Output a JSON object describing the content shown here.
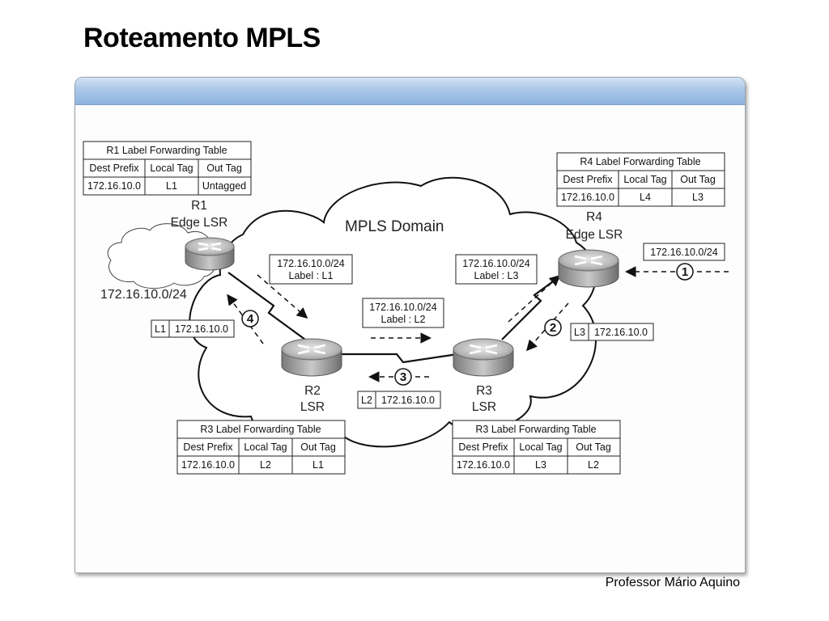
{
  "title": "Roteamento MPLS",
  "footer": "Professor  Mário Aquino",
  "headers": {
    "dest": "Dest Prefix",
    "local": "Local Tag",
    "out": "Out Tag"
  },
  "tables": [
    {
      "title": "R1 Label Forwarding Table",
      "dest": "172.16.10.0",
      "local": "L1",
      "out": "Untagged"
    },
    {
      "title": "R4 Label Forwarding Table",
      "dest": "172.16.10.0",
      "local": "L4",
      "out": "L3"
    },
    {
      "title": "R3 Label Forwarding Table",
      "dest": "172.16.10.0",
      "local": "L2",
      "out": "L1"
    },
    {
      "title": "R3 Label Forwarding Table",
      "dest": "172.16.10.0",
      "local": "L3",
      "out": "L2"
    }
  ],
  "routers": {
    "r1": {
      "name": "R1",
      "role": "Edge LSR"
    },
    "r2": {
      "name": "R2",
      "role": "LSR"
    },
    "r3": {
      "name": "R3",
      "role": "LSR"
    },
    "r4": {
      "name": "R4",
      "role": "Edge LSR"
    }
  },
  "domain_label": "MPLS Domain",
  "network_prefix": "172.16.10.0/24",
  "advertisements": [
    {
      "prefix": "172.16.10.0/24",
      "label": "Label : L1"
    },
    {
      "prefix": "172.16.10.0/24",
      "label": "Label : L2"
    },
    {
      "prefix": "172.16.10.0/24",
      "label": "Label : L3"
    }
  ],
  "incoming_prefix": "172.16.10.0/24",
  "packets": [
    {
      "label": "L3",
      "dest": "172.16.10.0"
    },
    {
      "label": "L2",
      "dest": "172.16.10.0"
    },
    {
      "label": "L1",
      "dest": "172.16.10.0"
    }
  ],
  "steps": [
    "1",
    "2",
    "3",
    "4"
  ]
}
